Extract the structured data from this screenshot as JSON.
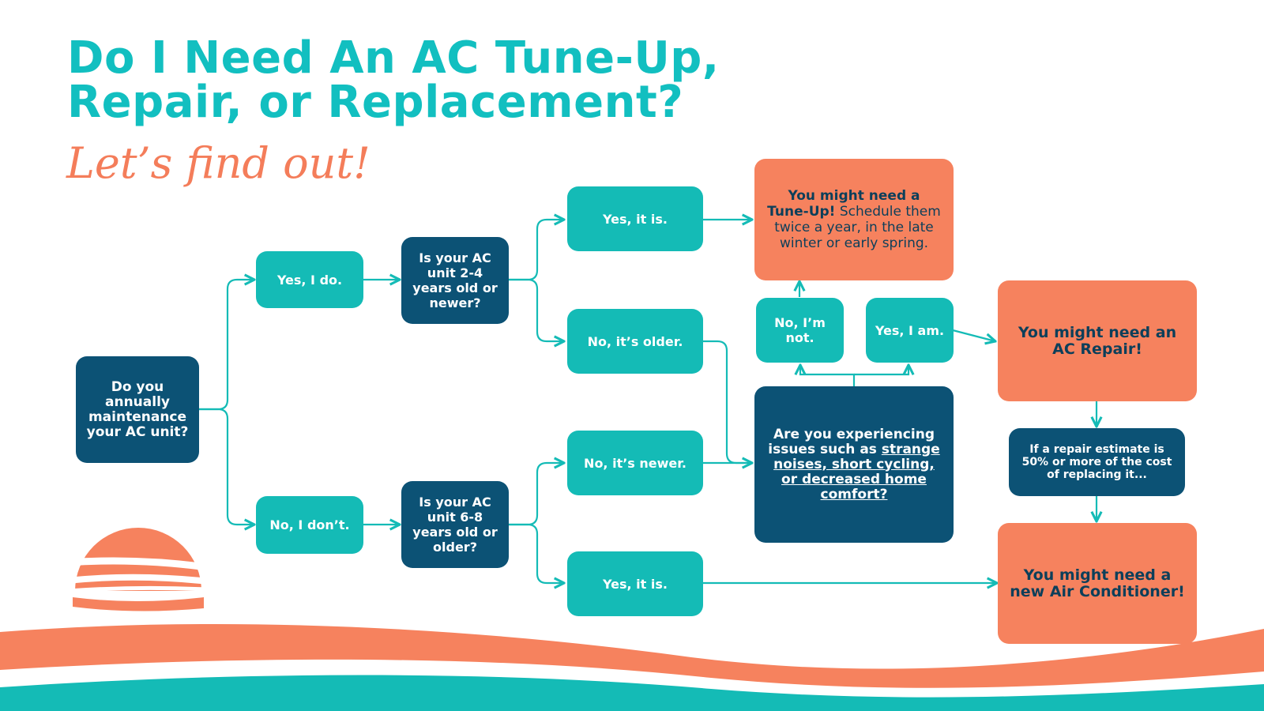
{
  "title_line1": "Do I Need An AC Tune-Up,",
  "title_line2": "Repair, or Replacement?",
  "subtitle": "Let’s find out!",
  "colors": {
    "teal": "#14bbb6",
    "navy": "#0c5275",
    "coral": "#f6825e",
    "title": "#12bfc0"
  },
  "nodes": {
    "start": "Do you annually maintenance your AC unit?",
    "yes_i_do": "Yes, I do.",
    "no_i_dont": "No, I don’t.",
    "q_age_new": "Is your AC unit 2-4 years old or newer?",
    "q_age_old": "Is your AC unit 6-8 years old or older?",
    "yes_it_is_top": "Yes, it is.",
    "no_older": "No, it’s older.",
    "no_newer": "No, it’s newer.",
    "yes_it_is_bottom": "Yes, it is.",
    "tuneup_bold1": "You might need a",
    "tuneup_bold2": "Tune-Up!",
    "tuneup_rest": " Schedule them twice a year, in the late winter or early spring.",
    "no_im_not": "No, I’m not.",
    "yes_i_am": "Yes, I am.",
    "issues_lead": "Are you experiencing issues such as ",
    "issues_link": "strange noises, short cycling, or decreased home comfort?",
    "repair": "You might need an AC Repair!",
    "estimate": "If a repair estimate is 50% or more of the cost of replacing it...",
    "new_ac": "You might need a new Air Conditioner!"
  }
}
